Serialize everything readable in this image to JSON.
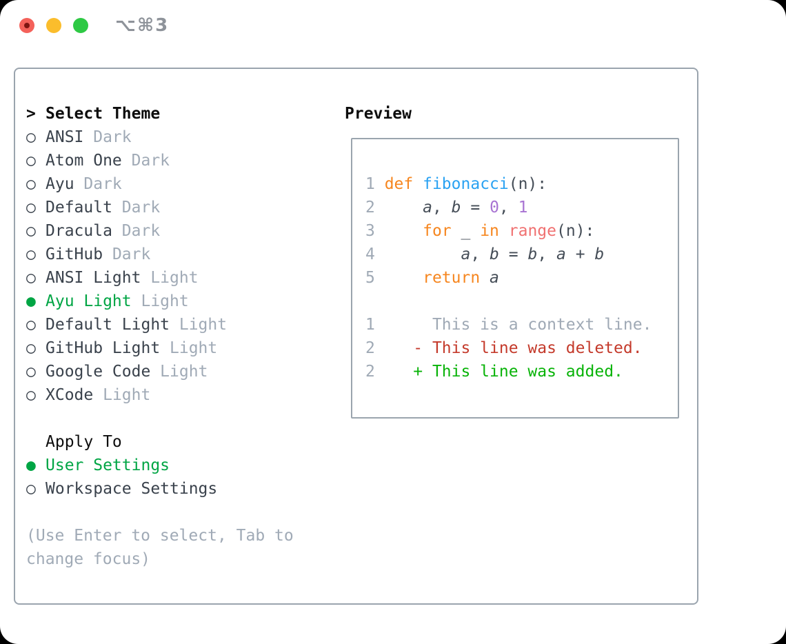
{
  "window": {
    "title": "⌥⌘3",
    "controls": [
      "close",
      "minimize",
      "zoom"
    ]
  },
  "theme_list": {
    "header_prompt": ">",
    "header": "Select Theme",
    "items": [
      {
        "name": "ANSI",
        "variant": "Dark",
        "selected": false
      },
      {
        "name": "Atom One",
        "variant": "Dark",
        "selected": false
      },
      {
        "name": "Ayu",
        "variant": "Dark",
        "selected": false
      },
      {
        "name": "Default",
        "variant": "Dark",
        "selected": false
      },
      {
        "name": "Dracula",
        "variant": "Dark",
        "selected": false
      },
      {
        "name": "GitHub",
        "variant": "Dark",
        "selected": false
      },
      {
        "name": "ANSI Light",
        "variant": "Light",
        "selected": false
      },
      {
        "name": "Ayu Light",
        "variant": "Light",
        "selected": true
      },
      {
        "name": "Default Light",
        "variant": "Light",
        "selected": false
      },
      {
        "name": "GitHub Light",
        "variant": "Light",
        "selected": false
      },
      {
        "name": "Google Code",
        "variant": "Light",
        "selected": false
      },
      {
        "name": "XCode",
        "variant": "Light",
        "selected": false
      }
    ],
    "radio_unselected_icon": "○",
    "radio_selected_icon": "●"
  },
  "apply_to": {
    "header": "Apply To",
    "options": [
      {
        "label": "User Settings",
        "selected": true
      },
      {
        "label": "Workspace Settings",
        "selected": false
      }
    ]
  },
  "help_text": "(Use Enter to select, Tab to change focus)",
  "preview": {
    "header": "Preview",
    "code_lines": [
      {
        "num": "1",
        "tokens": [
          {
            "t": "def",
            "s": "k"
          },
          {
            "t": " ",
            "s": "p"
          },
          {
            "t": "fibonacci",
            "s": "f"
          },
          {
            "t": "(n):",
            "s": "p"
          }
        ]
      },
      {
        "num": "2",
        "tokens": [
          {
            "t": "    ",
            "s": "p"
          },
          {
            "t": "a",
            "s": "v"
          },
          {
            "t": ", ",
            "s": "p"
          },
          {
            "t": "b",
            "s": "v"
          },
          {
            "t": " = ",
            "s": "p"
          },
          {
            "t": "0",
            "s": "n"
          },
          {
            "t": ", ",
            "s": "p"
          },
          {
            "t": "1",
            "s": "n"
          }
        ]
      },
      {
        "num": "3",
        "tokens": [
          {
            "t": "    ",
            "s": "p"
          },
          {
            "t": "for",
            "s": "k"
          },
          {
            "t": " _ ",
            "s": "p"
          },
          {
            "t": "in",
            "s": "k"
          },
          {
            "t": " ",
            "s": "p"
          },
          {
            "t": "range",
            "s": "r"
          },
          {
            "t": "(n):",
            "s": "p"
          }
        ]
      },
      {
        "num": "4",
        "tokens": [
          {
            "t": "        ",
            "s": "p"
          },
          {
            "t": "a",
            "s": "v"
          },
          {
            "t": ", ",
            "s": "p"
          },
          {
            "t": "b",
            "s": "v"
          },
          {
            "t": " = ",
            "s": "p"
          },
          {
            "t": "b",
            "s": "v"
          },
          {
            "t": ", ",
            "s": "p"
          },
          {
            "t": "a",
            "s": "v"
          },
          {
            "t": " + ",
            "s": "p"
          },
          {
            "t": "b",
            "s": "v"
          }
        ]
      },
      {
        "num": "5",
        "tokens": [
          {
            "t": "    ",
            "s": "p"
          },
          {
            "t": "return",
            "s": "k"
          },
          {
            "t": " ",
            "s": "p"
          },
          {
            "t": "a",
            "s": "v"
          }
        ]
      }
    ],
    "diff_lines": [
      {
        "num": "1",
        "kind": "context",
        "text": "     This is a context line."
      },
      {
        "num": "2",
        "kind": "deleted",
        "text": "   - This line was deleted."
      },
      {
        "num": "2",
        "kind": "added",
        "text": "   + This line was added."
      }
    ]
  },
  "colors": {
    "window_bg": "#ffffff",
    "border_gray": "#9aa4ae",
    "titlebar_gray": "#8e939a",
    "traffic_red": "#f4615a",
    "traffic_red_dot": "#7e1511",
    "traffic_yellow": "#fbbd2c",
    "traffic_green": "#2ec944",
    "heading_black": "#0d0d0d",
    "text_dark": "#3a424c",
    "muted_gray": "#a0aab6",
    "selected_green": "#00a544",
    "keyword_orange": "#f6861f",
    "function_blue": "#2aa2f2",
    "builtin_coral": "#f07171",
    "number_purple": "#a873d2",
    "code_plain": "#454d57",
    "line_number_gray": "#9fa9b5",
    "deleted_red": "#c43a2b",
    "added_green": "#08b308"
  }
}
